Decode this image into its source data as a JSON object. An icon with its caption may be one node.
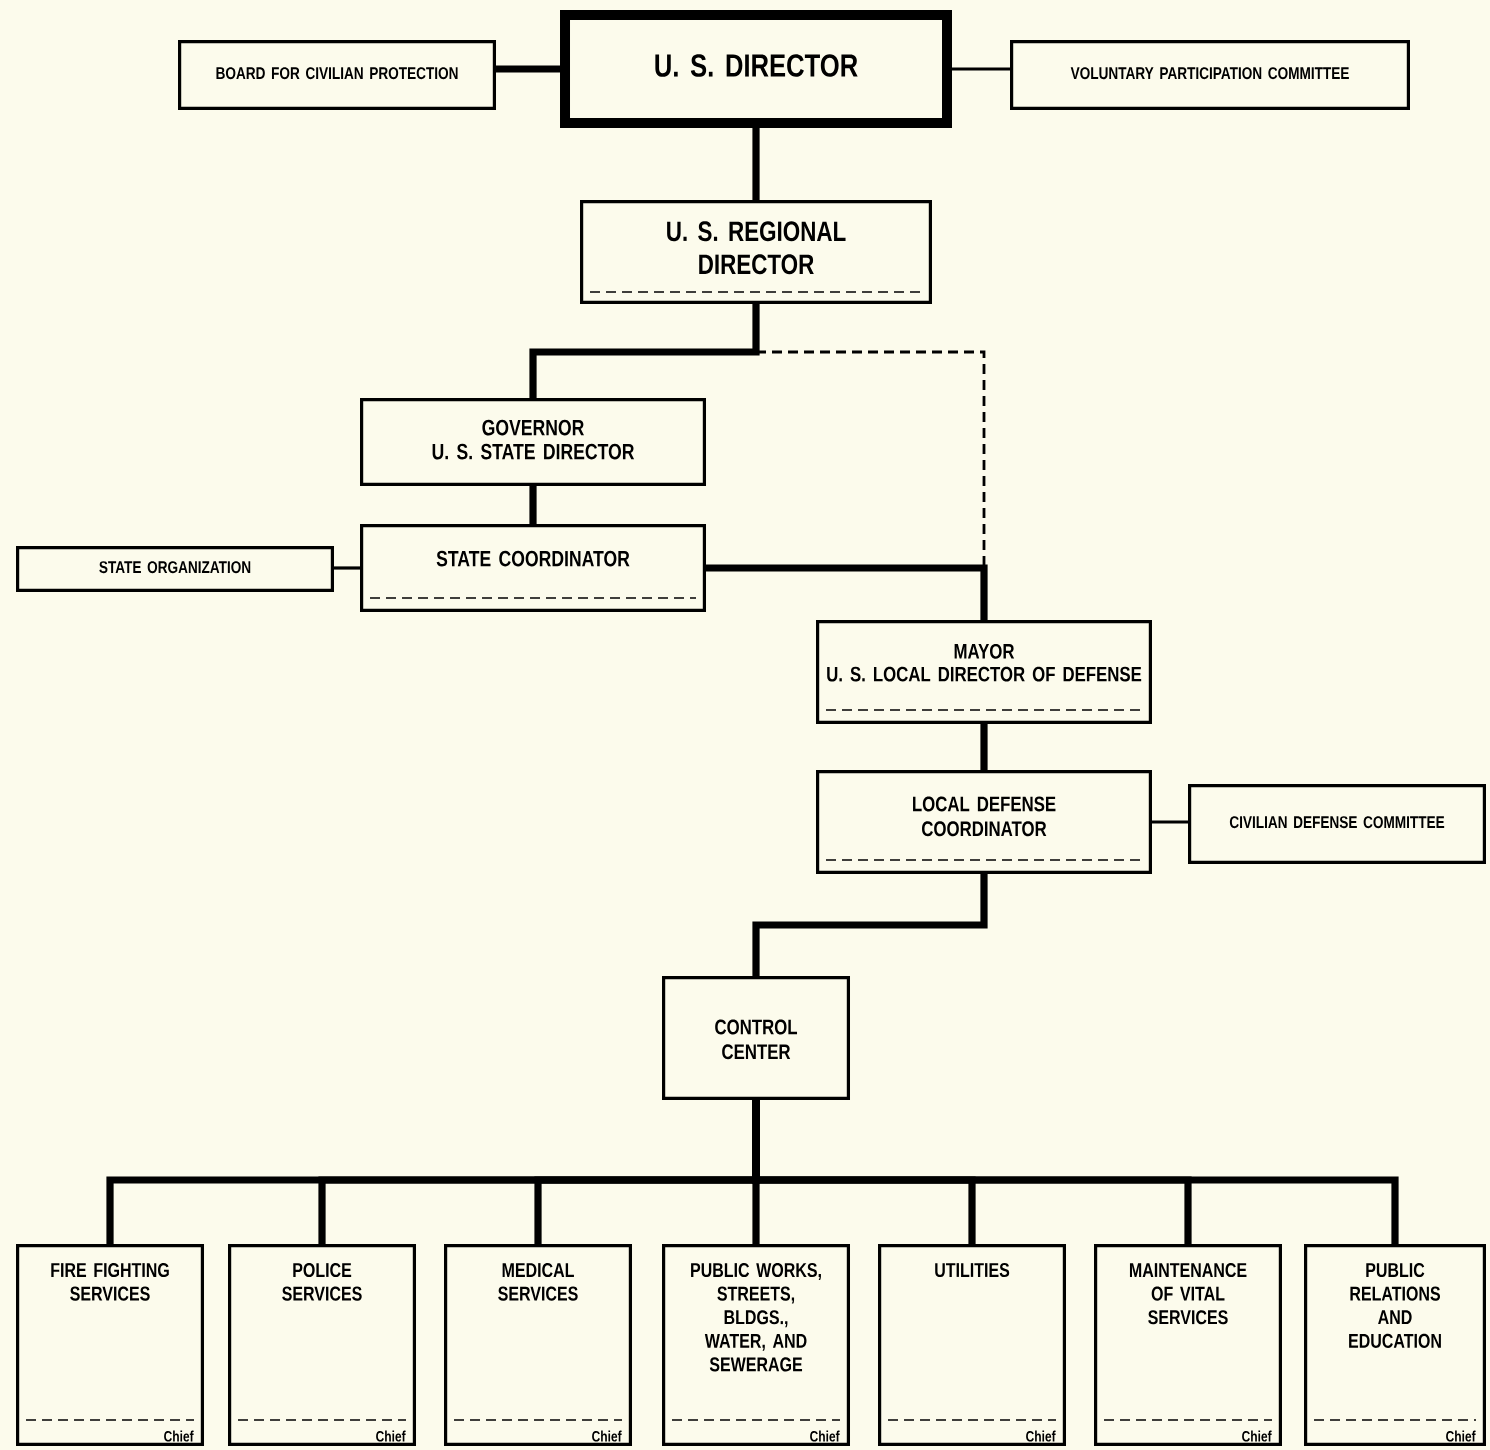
{
  "diagram": {
    "nodes": [
      {
        "text": [
          "BOARD FOR CIVILIAN PROTECTION"
        ]
      },
      {
        "text": [
          "U. S. DIRECTOR"
        ]
      },
      {
        "text": [
          "VOLUNTARY PARTICIPATION COMMITTEE"
        ]
      },
      {
        "text": [
          "U. S. REGIONAL DIRECTOR"
        ]
      },
      {
        "text": [
          "GOVERNOR",
          "U. S. STATE DIRECTOR"
        ]
      },
      {
        "text": [
          "STATE COORDINATOR"
        ]
      },
      {
        "text": [
          "STATE ORGANIZATION"
        ]
      },
      {
        "text": [
          "MAYOR",
          "U. S. LOCAL DIRECTOR OF DEFENSE"
        ]
      },
      {
        "text": [
          "LOCAL DEFENSE COORDINATOR"
        ]
      },
      {
        "text": [
          "CIVILIAN DEFENSE COMMITTEE"
        ]
      },
      {
        "text": [
          "CONTROL CENTER"
        ]
      },
      {
        "text": [
          "FIRE FIGHTING SERVICES",
          "Chief"
        ]
      },
      {
        "text": [
          "POLICE SERVICES",
          "Chief"
        ]
      },
      {
        "text": [
          "MEDICAL SERVICES",
          "Chief"
        ]
      },
      {
        "text": [
          "PUBLIC WORKS, STREETS, BLDGS., WATER, AND SEWERAGE",
          "Chief"
        ]
      },
      {
        "text": [
          "UTILITIES",
          "Chief"
        ]
      },
      {
        "text": [
          "MAINTENANCE OF VITAL SERVICES",
          "Chief"
        ]
      },
      {
        "text": [
          "PUBLIC RELATIONS AND EDUCATION",
          "Chief"
        ]
      }
    ],
    "edges": [
      {
        "from": 1,
        "to": 0,
        "arrow": "none"
      },
      {
        "from": 1,
        "to": 2,
        "arrow": "none"
      },
      {
        "from": 1,
        "to": 3,
        "arrow": "none"
      },
      {
        "from": 3,
        "to": 4,
        "arrow": "none"
      },
      {
        "from": 3,
        "to": 7,
        "arrow": "none",
        "style": "dashed"
      },
      {
        "from": 4,
        "to": 5,
        "arrow": "none"
      },
      {
        "from": 5,
        "to": 6,
        "arrow": "none"
      },
      {
        "from": 5,
        "to": 7,
        "arrow": "none"
      },
      {
        "from": 7,
        "to": 8,
        "arrow": "none"
      },
      {
        "from": 8,
        "to": 9,
        "arrow": "none"
      },
      {
        "from": 8,
        "to": 10,
        "arrow": "none"
      },
      {
        "from": 10,
        "to": 11,
        "arrow": "none"
      },
      {
        "from": 10,
        "to": 12,
        "arrow": "none"
      },
      {
        "from": 10,
        "to": 13,
        "arrow": "none"
      },
      {
        "from": 10,
        "to": 14,
        "arrow": "none"
      },
      {
        "from": 10,
        "to": 15,
        "arrow": "none"
      },
      {
        "from": 10,
        "to": 16,
        "arrow": "none"
      },
      {
        "from": 10,
        "to": 17,
        "arrow": "none"
      }
    ]
  }
}
